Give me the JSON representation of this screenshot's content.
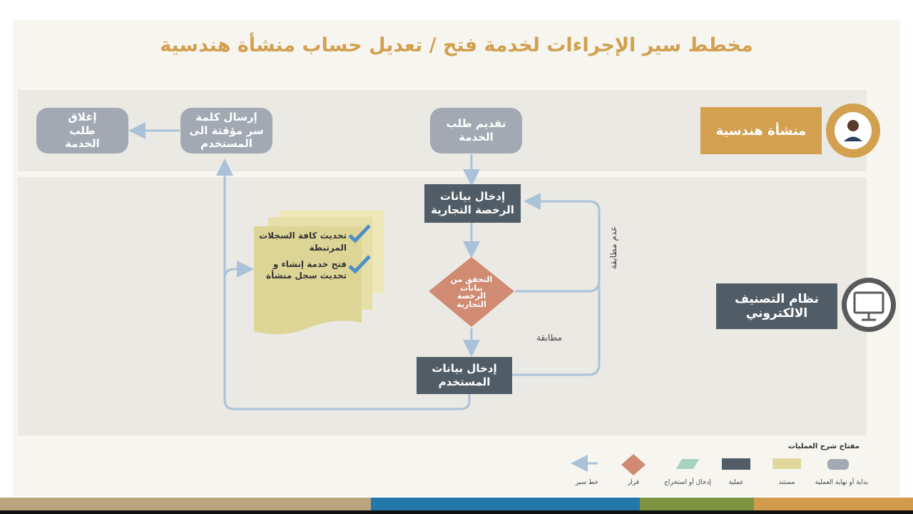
{
  "title": "مخطط سير الإجراءات لخدمة فتح / تعديل حساب منشأة هندسية",
  "actors": {
    "top": "منشأة هندسية",
    "bottom": "نظام التصنيف الالكتروني"
  },
  "nodes": {
    "submit": "تقديم طلب الخدمة",
    "send_password": "إرسال كلمة سر مؤقتة الى المستخدم",
    "close": "إغلاق طلب الخدمة",
    "enter_license": "إدخال بيانات الرخصة التجارية",
    "verify": "التحقق من بيانات الرخصة التجارية",
    "enter_user": "إدخال بيانات المستخدم",
    "doc_item1": "تحديث كافة السجلات المرتبطة",
    "doc_item2": "فتح خدمة إنشاء و تحديث سجل منشأة"
  },
  "edges": {
    "match": "مطابقة",
    "no_match": "عدم مطابقة"
  },
  "legend": {
    "title": "مفتاح شرح العمليات",
    "items": [
      "بداية أو نهاية العملية",
      "مستند",
      "عملية",
      "إدخال أو استخراج",
      "قرار",
      "خط سير"
    ]
  },
  "colors": {
    "accent": "#d2a04f",
    "process": "#515d66",
    "terminal": "#a2a9b3",
    "decision": "#d08b72",
    "document": "#e0d79c",
    "arrow": "#a9c2d8"
  }
}
